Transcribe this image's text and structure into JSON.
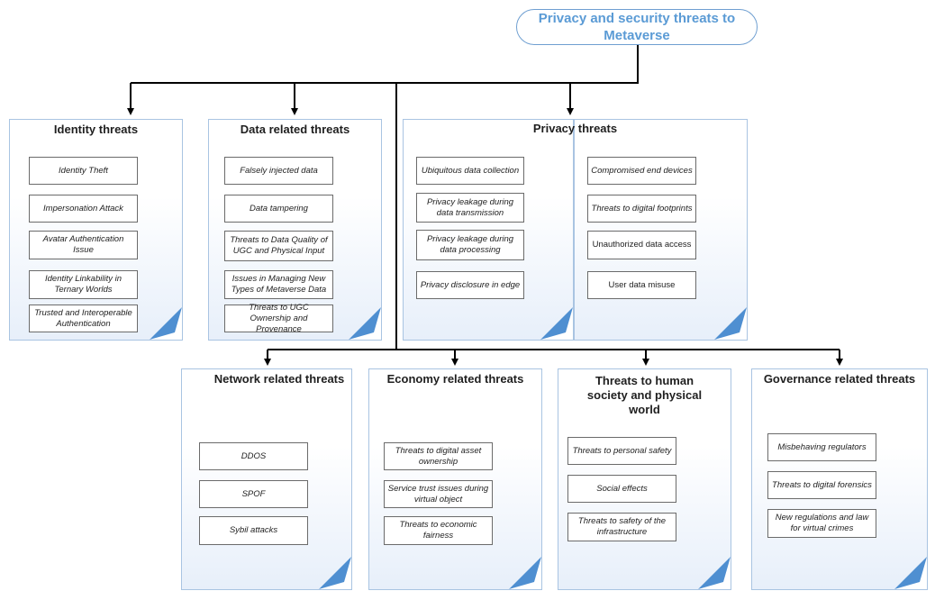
{
  "root": {
    "title": "Privacy and security threats to Metaverse"
  },
  "categories": {
    "identity": {
      "title": "Identity threats",
      "items": [
        "Identity Theft",
        "Impersonation Attack",
        "Avatar Authentication Issue",
        "Identity Linkability in Ternary Worlds",
        "Trusted and Interoperable Authentication"
      ]
    },
    "data": {
      "title": "Data related threats",
      "items": [
        "Falsely injected data",
        "Data tampering",
        "Threats to Data Quality of UGC and Physical Input",
        "Issues in Managing New Types of Metaverse Data",
        "Threats to UGC Ownership and Provenance"
      ]
    },
    "privacy": {
      "title": "Privacy threats",
      "items_left": [
        "Ubiquitous data collection",
        "Privacy leakage during data transmission",
        "Privacy leakage during data processing",
        "Privacy disclosure in edge"
      ],
      "items_right": [
        "Compromised end devices",
        "Threats to digital footprints",
        "Unauthorized data access",
        "User data misuse"
      ]
    },
    "network": {
      "title": "Network related threats",
      "items": [
        "DDOS",
        "SPOF",
        "Sybil attacks"
      ]
    },
    "economy": {
      "title": "Economy related threats",
      "items": [
        "Threats to digital asset ownership",
        "Service trust issues during virtual object",
        "Threats to economic fairness"
      ]
    },
    "society": {
      "title": "Threats to human society and physical world",
      "items": [
        "Threats to personal safety",
        "Social effects",
        "Threats to safety of the infrastructure"
      ]
    },
    "governance": {
      "title": "Governance related threats",
      "items": [
        "Misbehaving regulators",
        "Threats to digital forensics",
        "New regulations and law for virtual crimes"
      ]
    }
  }
}
